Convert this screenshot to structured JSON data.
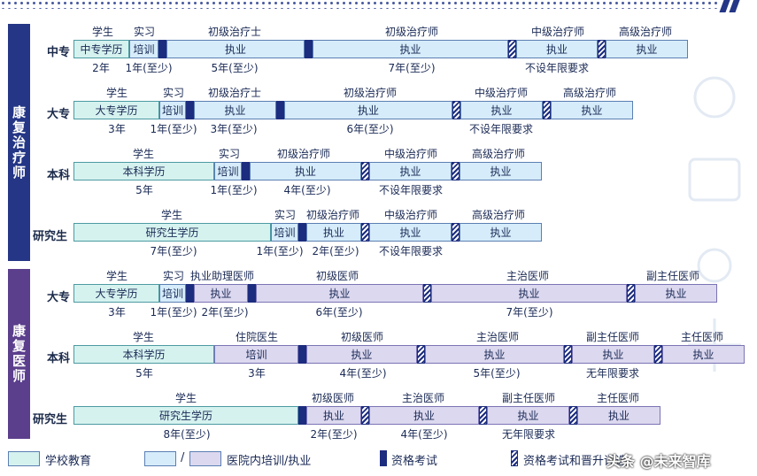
{
  "sections": {
    "therapist": "康复治疗师",
    "doctor": "康复医师"
  },
  "rows": {
    "r1": {
      "label": "中专",
      "t1": "学生",
      "t2": "实习",
      "t3": "初级治疗士",
      "t4": "初级治疗师",
      "t5": "中级治疗师",
      "t6": "高级治疗师",
      "b1": "中专学历",
      "b2": "培训",
      "b3": "执业",
      "b4": "执业",
      "b5": "执业",
      "b6": "执业",
      "c1": "2年",
      "c2": "1年(至少)",
      "c3": "5年(至少)",
      "c4": "7年(至少)",
      "c5": "不设年限要求"
    },
    "r2": {
      "label": "大专",
      "t1": "学生",
      "t2": "实习",
      "t3": "初级治疗士",
      "t4": "初级治疗师",
      "t5": "中级治疗师",
      "t6": "高级治疗师",
      "b1": "大专学历",
      "b2": "培训",
      "b3": "执业",
      "b4": "执业",
      "b5": "执业",
      "b6": "执业",
      "c1": "3年",
      "c2": "1年(至少)",
      "c3": "3年(至少)",
      "c4": "6年(至少)",
      "c5": "不设年限要求"
    },
    "r3": {
      "label": "本科",
      "t1": "学生",
      "t2": "实习",
      "t3": "初级治疗师",
      "t4": "中级治疗师",
      "t5": "高级治疗师",
      "b1": "本科学历",
      "b2": "培训",
      "b3": "执业",
      "b4": "执业",
      "b5": "执业",
      "c1": "5年",
      "c2": "1年(至少)",
      "c3": "4年(至少)",
      "c4": "不设年限要求"
    },
    "r4": {
      "label": "研究生",
      "t1": "学生",
      "t2": "实习",
      "t3": "初级治疗师",
      "t4": "中级治疗师",
      "t5": "高级治疗师",
      "b1": "研究生学历",
      "b2": "培训",
      "b3": "执业",
      "b4": "执业",
      "b5": "执业",
      "c1": "7年(至少)",
      "c2": "1年(至少)",
      "c3": "2年(至少)",
      "c4": "不设年限要求"
    },
    "r5": {
      "label": "大专",
      "t1": "学生",
      "t2": "实习",
      "t3": "执业助理医师",
      "t4": "初级医师",
      "t5": "主治医师",
      "t6": "副主任医师",
      "b1": "大专学历",
      "b2": "培训",
      "b3": "执业",
      "b4": "执业",
      "b5": "执业",
      "b6": "执业",
      "c1": "3年",
      "c2": "1年(至少)",
      "c3": "2年(至少)",
      "c4": "6年(至少)",
      "c5": "7年(至少)"
    },
    "r6": {
      "label": "本科",
      "t1": "学生",
      "t2": "住院医生",
      "t3": "初级医师",
      "t4": "主治医师",
      "t5": "副主任医师",
      "t6": "主任医师",
      "b1": "本科学历",
      "b2": "培训",
      "b3": "执业",
      "b4": "执业",
      "b5": "执业",
      "b6": "执业",
      "c1": "5年",
      "c2": "3年",
      "c3": "4年(至少)",
      "c4": "5年(至少)",
      "c5": "无年限要求"
    },
    "r7": {
      "label": "研究生",
      "t1": "学生",
      "t2": "初级医师",
      "t3": "主治医师",
      "t4": "副主任医师",
      "t5": "主任医师",
      "b1": "研究生学历",
      "b2": "执业",
      "b3": "执业",
      "b4": "执业",
      "b5": "执业",
      "c1": "8年(至少)",
      "c2": "2年(至少)",
      "c3": "4年(至少)",
      "c4": "无年限要求"
    }
  },
  "legend": {
    "school": "学校教育",
    "slash": "/",
    "hospital": "医院内培训/执业",
    "exam": "资格考试",
    "exam_promo": "资格考试和晋升评选"
  },
  "watermark": "头条 @未来智库"
}
